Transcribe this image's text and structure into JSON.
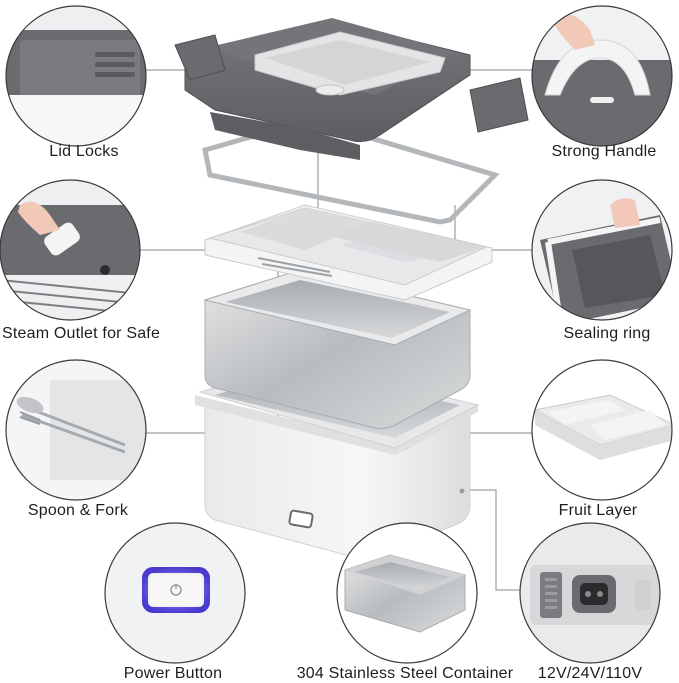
{
  "features": {
    "lid_locks": "Lid Locks",
    "strong_handle": "Strong Handle",
    "steam_outlet": "Steam Outlet for Safe",
    "sealing_ring": "Sealing ring",
    "spoon_fork": "Spoon & Fork",
    "fruit_layer": "Fruit Layer",
    "power_button": "Power Button",
    "steel_container": "304 Stainless Steel Container",
    "voltage": "12V/24V/110V"
  },
  "colors": {
    "lid": "#6a6b6f",
    "steel": "#c9cbcd",
    "body": "#f1f2f3",
    "power_glow": "#5a4ddb",
    "leader_line": "#8a8a8a"
  }
}
